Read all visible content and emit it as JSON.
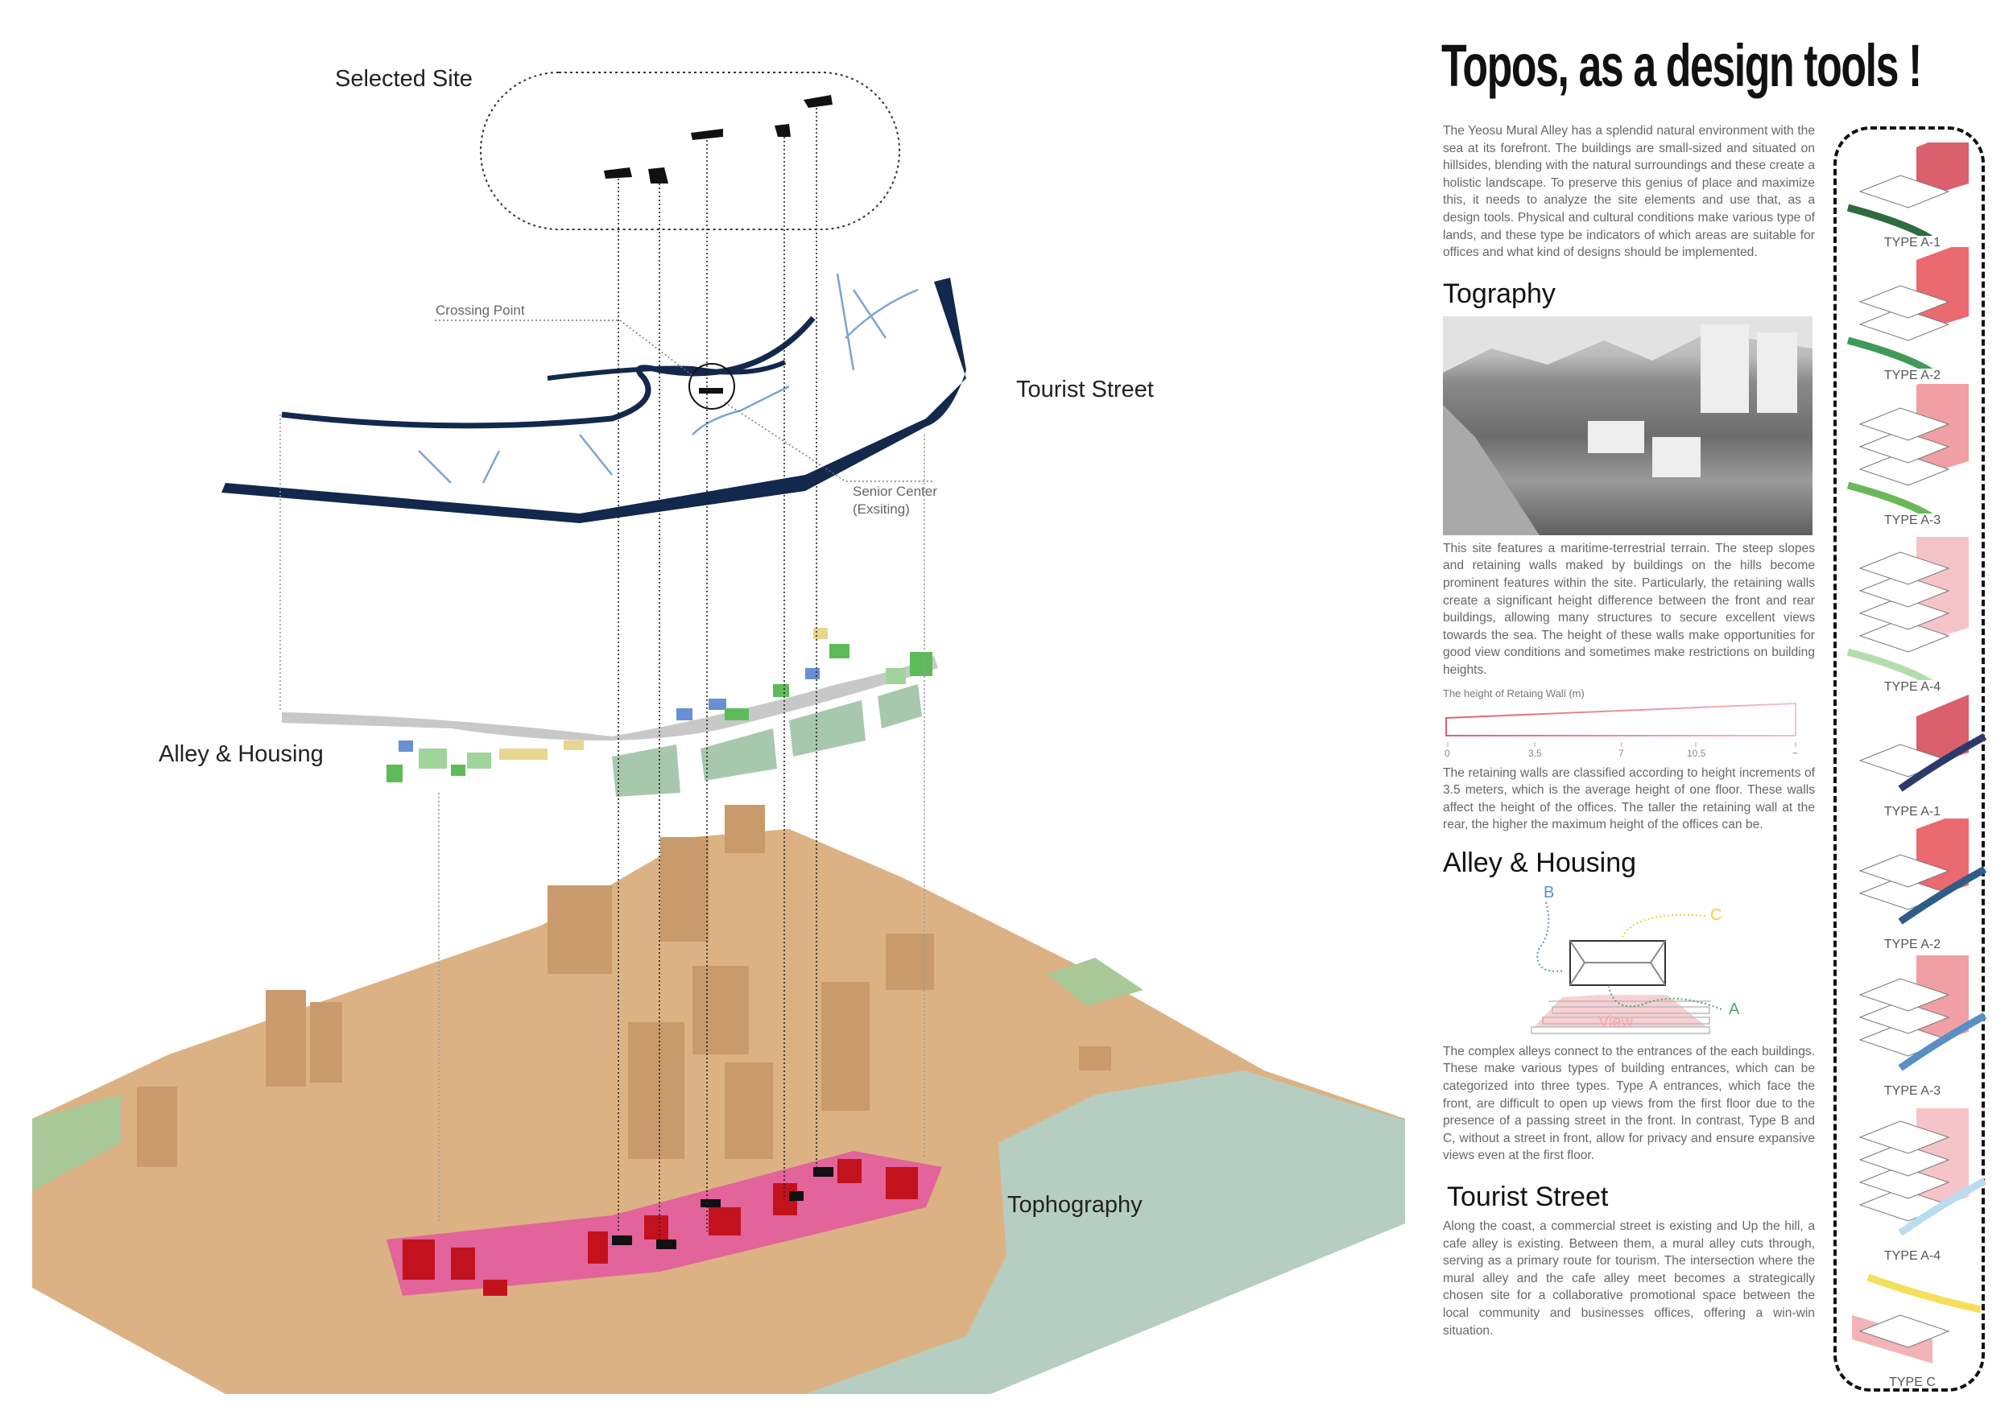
{
  "title": "Topos, as a design tools !",
  "left": {
    "selected_site": "Selected Site",
    "crossing_point": "Crossing Point",
    "tourist_street": "Tourist Street",
    "senior_center_1": "Senior Center",
    "senior_center_2": "(Exsiting)",
    "alley_housing": "Alley & Housing",
    "tophography": "Tophography"
  },
  "intro": "The Yeosu Mural Alley has a splendid natural environment with the sea at its forefront. The buildings are small-sized and situated on hillsides, blending with the natural surroundings and these create a holistic landscape. To preserve this genius of place and maximize this, it needs to analyze the site elements and use that, as a design tools. Physical and cultural conditions make various type of lands, and these type be indicators of which areas are suitable for offices and what kind of designs should be implemented.",
  "tography": {
    "heading": "Tography",
    "text": "This site features a maritime-terrestrial terrain. The steep slopes and retaining walls maked by buildings on the hills become prominent features within the site. Particularly, the retaining walls create a significant height difference between the front and rear buildings, allowing many structures to secure excellent views towards the sea. The height of these walls make opportunities for good view conditions and sometimes make restrictions on building heights.",
    "scale_title": "The height of Retaing Wall (m)",
    "scale_ticks": [
      "0",
      "3.5",
      "7",
      "10.5",
      "~"
    ],
    "text2": "The retaining walls are classified according to height increments of 3.5 meters, which is the average height of one floor. These walls affect the height of the offices. The taller the retaining wall at the rear, the higher the maximum height of the offices can be."
  },
  "alley": {
    "heading": "Alley & Housing",
    "labels": {
      "a": "A",
      "b": "B",
      "c": "C",
      "view": "View"
    },
    "colors": {
      "a": "#4aa86a",
      "b": "#5b8fd0",
      "c": "#f2cf3a"
    },
    "text": "The complex alleys connect to the entrances of the each buildings. These make various types of building entrances, which can be categorized into three types. Type A entrances, which face the front, are difficult to open up views from the first floor due to the presence of a passing street in the front. In contrast, Type B and C, without a street in front, allow for privacy and ensure expansive views even at the first floor."
  },
  "tourist": {
    "heading": "Tourist Street",
    "text": "Along the coast, a commercial street is existing and Up the hill, a cafe alley is existing. Between them, a mural alley cuts through, serving as a primary route for tourism. The intersection where the mural alley and the cafe alley meet becomes a strategically chosen site for a collaborative promotional space between the local community and businesses offices, offering a win-win situation."
  },
  "types": [
    {
      "label": "TYPE A-1",
      "floors": 1,
      "wall": "#d9606c",
      "street": "#2e6b3f"
    },
    {
      "label": "TYPE A-2",
      "floors": 2,
      "wall": "#ea6a70",
      "street": "#3f9a58"
    },
    {
      "label": "TYPE A-3",
      "floors": 3,
      "wall": "#f0a0a4",
      "street": "#6ab85a"
    },
    {
      "label": "TYPE A-4",
      "floors": 4,
      "wall": "#f5c4c8",
      "street": "#b5dcae"
    },
    {
      "label": "TYPE A-1",
      "floors": 1,
      "wall": "#d9606c",
      "street": "#2b3a6a"
    },
    {
      "label": "TYPE A-2",
      "floors": 2,
      "wall": "#ea6a70",
      "street": "#2e5d86"
    },
    {
      "label": "TYPE A-3",
      "floors": 3,
      "wall": "#f0a0a4",
      "street": "#5a8fc6"
    },
    {
      "label": "TYPE A-4",
      "floors": 4,
      "wall": "#f5c4c8",
      "street": "#b9dcf2"
    },
    {
      "label": "TYPE C",
      "floors": 1,
      "wall": "#f2b4b8",
      "street": "#f5df5a"
    }
  ]
}
